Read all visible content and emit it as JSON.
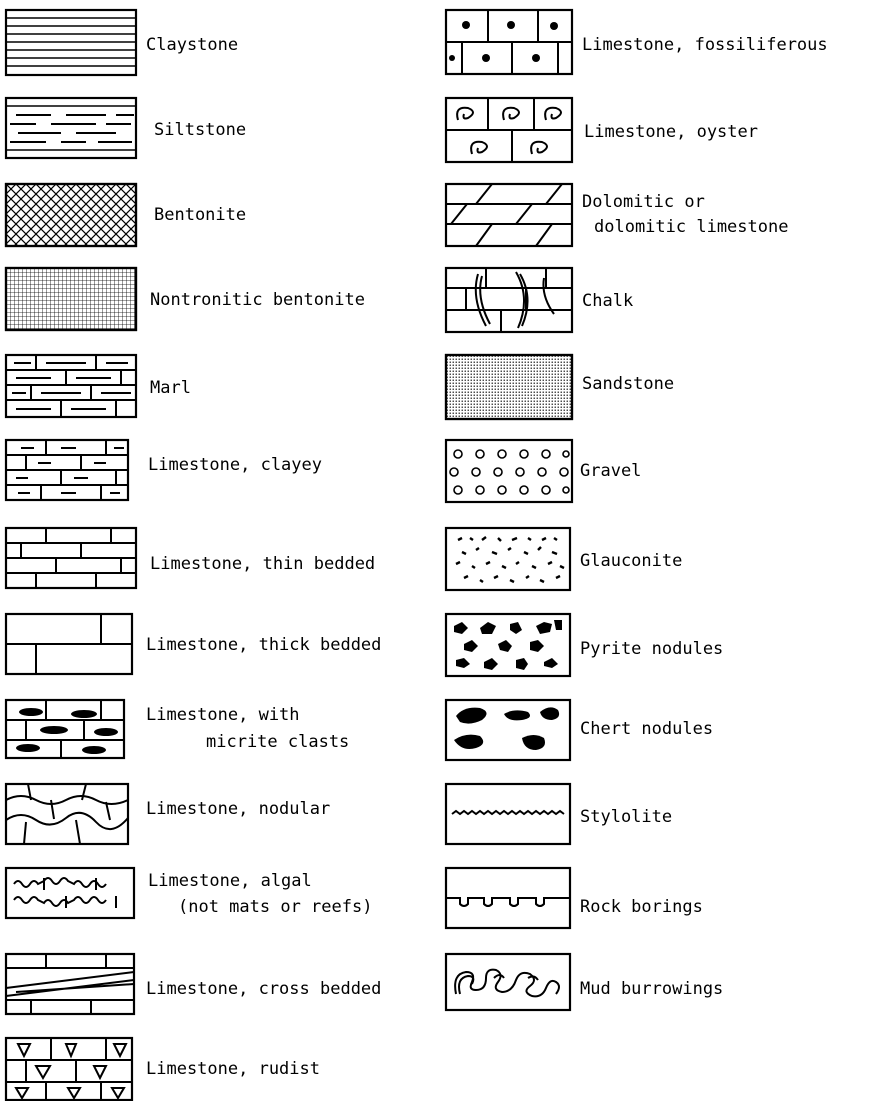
{
  "legend": {
    "left_column": [
      {
        "key": "claystone",
        "label": [
          "Claystone"
        ]
      },
      {
        "key": "siltstone",
        "label": [
          "Siltstone"
        ]
      },
      {
        "key": "bentonite",
        "label": [
          "Bentonite"
        ]
      },
      {
        "key": "nontronitic-bentonite",
        "label": [
          "Nontronitic bentonite"
        ]
      },
      {
        "key": "marl",
        "label": [
          "Marl"
        ]
      },
      {
        "key": "limestone-clayey",
        "label": [
          "Limestone, clayey"
        ]
      },
      {
        "key": "limestone-thin-bedded",
        "label": [
          "Limestone, thin bedded"
        ]
      },
      {
        "key": "limestone-thick-bedded",
        "label": [
          "Limestone, thick bedded"
        ]
      },
      {
        "key": "limestone-micrite-clasts",
        "label": [
          "Limestone, with",
          "micrite clasts"
        ]
      },
      {
        "key": "limestone-nodular",
        "label": [
          "Limestone, nodular"
        ]
      },
      {
        "key": "limestone-algal",
        "label": [
          "Limestone, algal",
          "(not mats or reefs)"
        ]
      },
      {
        "key": "limestone-cross-bedded",
        "label": [
          "Limestone, cross bedded"
        ]
      },
      {
        "key": "limestone-rudist",
        "label": [
          "Limestone, rudist"
        ]
      }
    ],
    "right_column": [
      {
        "key": "limestone-fossiliferous",
        "label": [
          "Limestone, fossiliferous"
        ]
      },
      {
        "key": "limestone-oyster",
        "label": [
          "Limestone, oyster"
        ]
      },
      {
        "key": "dolomitic-limestone",
        "label": [
          "Dolomitic or",
          "dolomitic limestone"
        ]
      },
      {
        "key": "chalk",
        "label": [
          "Chalk"
        ]
      },
      {
        "key": "sandstone",
        "label": [
          "Sandstone"
        ]
      },
      {
        "key": "gravel",
        "label": [
          "Gravel"
        ]
      },
      {
        "key": "glauconite",
        "label": [
          "Glauconite"
        ]
      },
      {
        "key": "pyrite-nodules",
        "label": [
          "Pyrite nodules"
        ]
      },
      {
        "key": "chert-nodules",
        "label": [
          "Chert nodules"
        ]
      },
      {
        "key": "stylolite",
        "label": [
          "Stylolite"
        ]
      },
      {
        "key": "rock-borings",
        "label": [
          "Rock borings"
        ]
      },
      {
        "key": "mud-burrowings",
        "label": [
          "Mud burrowings"
        ]
      }
    ]
  }
}
